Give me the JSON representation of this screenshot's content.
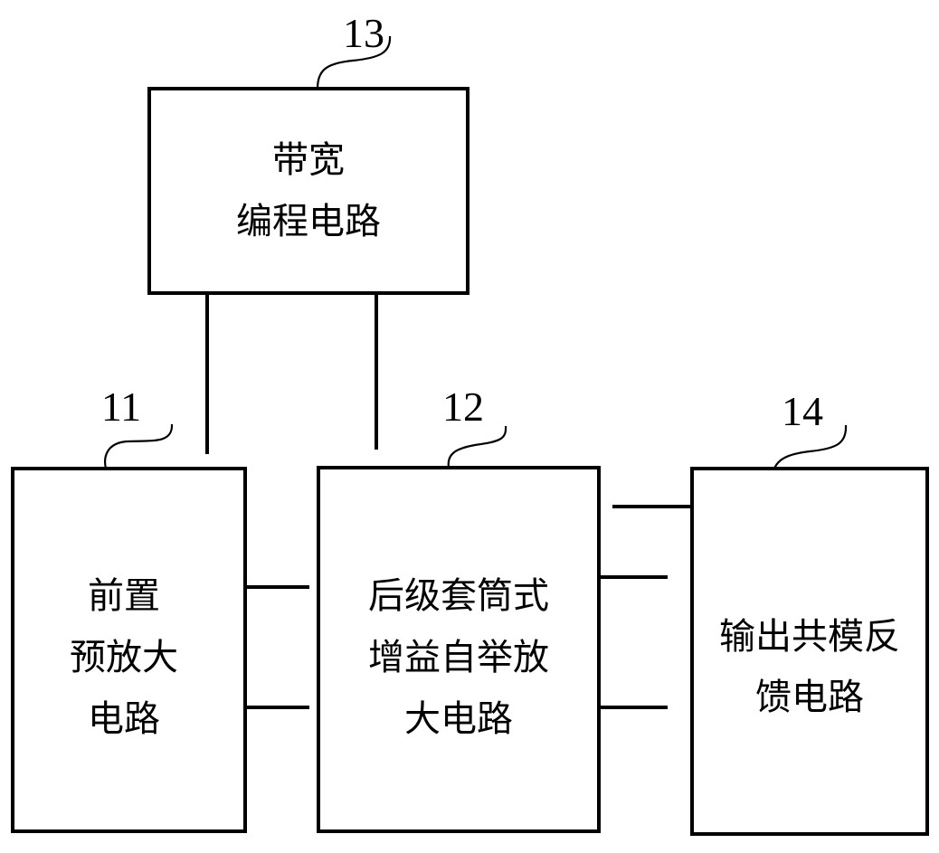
{
  "diagram": {
    "blocks": [
      {
        "id": "11",
        "ref_label": "11",
        "lines": [
          "前置",
          "预放大",
          "电路"
        ]
      },
      {
        "id": "12",
        "ref_label": "12",
        "lines": [
          "后级套筒式",
          "增益自举放",
          "大电路"
        ]
      },
      {
        "id": "13",
        "ref_label": "13",
        "lines": [
          "带宽",
          "编程电路"
        ]
      },
      {
        "id": "14",
        "ref_label": "14",
        "lines": [
          "输出共模反",
          "馈电路"
        ]
      }
    ],
    "connections": [
      {
        "from": "13",
        "to": "11"
      },
      {
        "from": "13",
        "to": "12"
      },
      {
        "from": "11",
        "to": "12",
        "count": 2
      },
      {
        "from": "12",
        "to": "14",
        "count": 3
      }
    ],
    "colors": {
      "stroke": "#000000",
      "background": "#ffffff"
    }
  }
}
